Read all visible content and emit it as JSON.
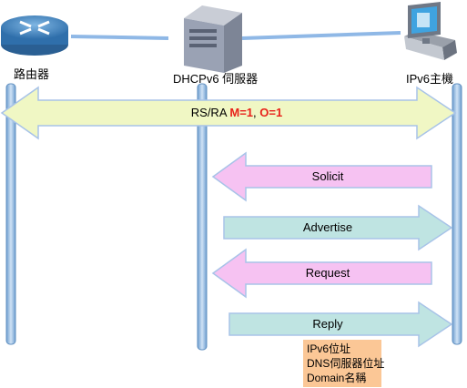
{
  "nodes": {
    "router": {
      "label": "路由器",
      "icon": "router-icon"
    },
    "server": {
      "label": "DHCPv6 伺服器",
      "icon": "server-icon"
    },
    "host": {
      "label": "IPv6主機",
      "icon": "computer-icon"
    }
  },
  "messages": {
    "rs_ra": {
      "prefix": "RS/RA ",
      "m_flag": "M=1",
      "sep": ", ",
      "o_flag": "O=1"
    },
    "solicit": "Solicit",
    "advertise": "Advertise",
    "request": "Request",
    "reply": "Reply"
  },
  "note": {
    "lines": [
      "IPv6位址",
      "DNS伺服器位址",
      "Domain名稱"
    ]
  },
  "colors": {
    "lifeline": "#9fc3e6",
    "link": "#8fb8e6",
    "rs_ra_fill": "#f0f7c4",
    "host_to_server_fill": "#f6c2f2",
    "server_to_host_fill": "#bfe4e2",
    "flag_red": "#e8211a",
    "note_fill": "#fbc796"
  }
}
